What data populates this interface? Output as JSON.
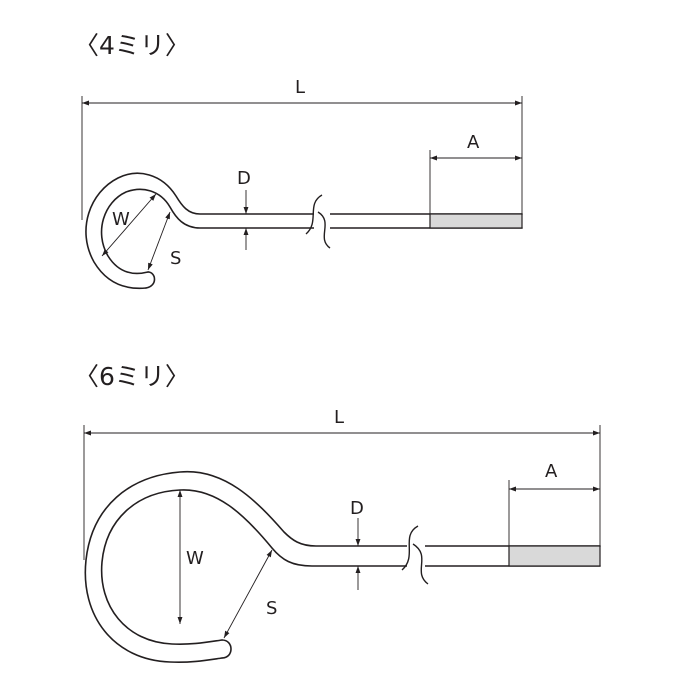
{
  "diagrams": [
    {
      "title": "〈4ミリ〉",
      "labels": {
        "L": "L",
        "A": "A",
        "D": "D",
        "W": "W",
        "S": "S"
      }
    },
    {
      "title": "〈6ミリ〉",
      "labels": {
        "L": "L",
        "A": "A",
        "D": "D",
        "W": "W",
        "S": "S"
      }
    }
  ],
  "colors": {
    "line": "#231f20",
    "thread_fill": "#d9d9d9",
    "background": "#ffffff"
  }
}
